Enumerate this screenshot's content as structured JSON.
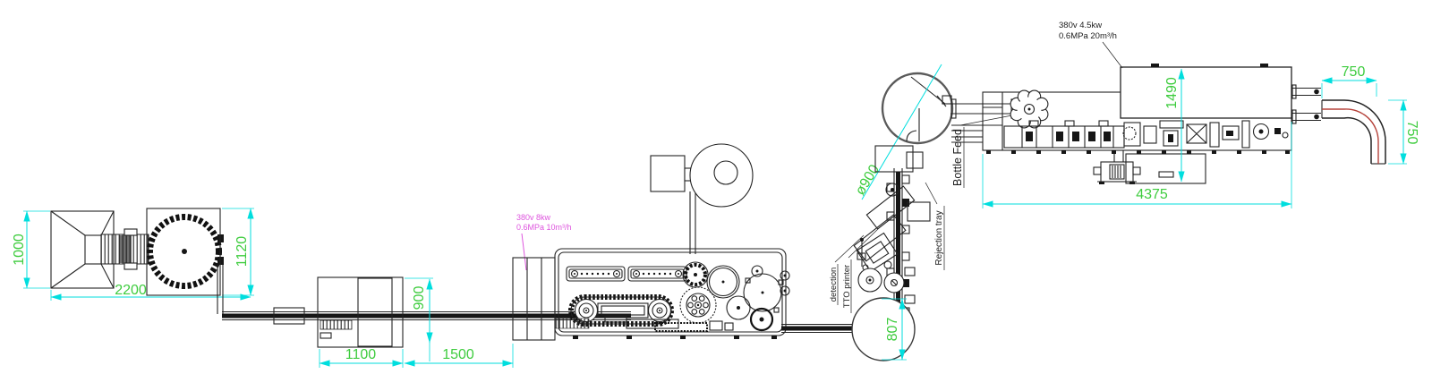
{
  "colors": {
    "dimension_line": "#00dede",
    "dimension_text": "#3ecc3e",
    "annotation_magenta": "#de55de",
    "annotation_black": "#1c1c1c",
    "machine_line": "#232323",
    "turntable_line": "#5a5a5a",
    "centerline_red": "#b5423a",
    "background": "#ffffff"
  },
  "dimensions": {
    "hopper_height": "1000",
    "infeed_length": "2200",
    "feeder_height": "1120",
    "box_length": "1100",
    "box_height": "900",
    "gap_length": "1500",
    "reel_diameter": "807",
    "turntable_diameter": "ø900",
    "cartoner_height": "1490",
    "cartoner_length": "4375",
    "outfeed_width": "750",
    "outfeed_height": "750"
  },
  "annotations": {
    "blister_power": {
      "line1": "380v 8kw",
      "line2": "0.6MPa 10m³/h"
    },
    "cartoner_power": {
      "line1": "380v 4.5kw",
      "line2": "0.6MPa 20m³/h"
    }
  },
  "labels": {
    "detection": "detection",
    "tto_printer": "TTO printer",
    "rejection_tray": "Rejection tray",
    "bottle_feed": "Bottle Feed"
  }
}
